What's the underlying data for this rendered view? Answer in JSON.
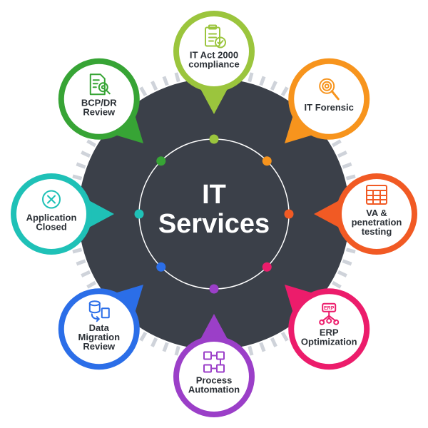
{
  "center": {
    "line1": "IT",
    "line2": "Services"
  },
  "colors": {
    "hub": "#3b4049",
    "ring": "#ffffff",
    "dashes": "#cfd3da",
    "label": "#2b3036"
  },
  "nodes": [
    {
      "id": "it-act-2000-compliance",
      "lines": [
        "IT Act 2000",
        "compliance"
      ],
      "color": "#9bc53d",
      "icon": "checklist-document-icon"
    },
    {
      "id": "it-forensic",
      "lines": [
        "IT Forensic"
      ],
      "color": "#f7941d",
      "icon": "fingerprint-magnifier-icon"
    },
    {
      "id": "va-penetration-testing",
      "lines": [
        "VA &",
        "penetration",
        "testing"
      ],
      "color": "#f15a24",
      "icon": "report-grid-icon"
    },
    {
      "id": "erp-optimization",
      "lines": [
        "ERP",
        "Optimization"
      ],
      "color": "#ec1c6b",
      "icon": "erp-network-icon"
    },
    {
      "id": "process-automation",
      "lines": [
        "Process",
        "Automation"
      ],
      "color": "#9b3fc8",
      "icon": "process-flow-icon"
    },
    {
      "id": "data-migration-review",
      "lines": [
        "Data",
        "Migration",
        "Review"
      ],
      "color": "#2b6ee8",
      "icon": "database-transfer-icon"
    },
    {
      "id": "application-closed",
      "lines": [
        "Application",
        "Closed"
      ],
      "color": "#1fc1b7",
      "icon": "close-circle-icon"
    },
    {
      "id": "bcp-dr-review",
      "lines": [
        "BCP/DR",
        "Review"
      ],
      "color": "#37a435",
      "icon": "document-search-icon"
    }
  ]
}
